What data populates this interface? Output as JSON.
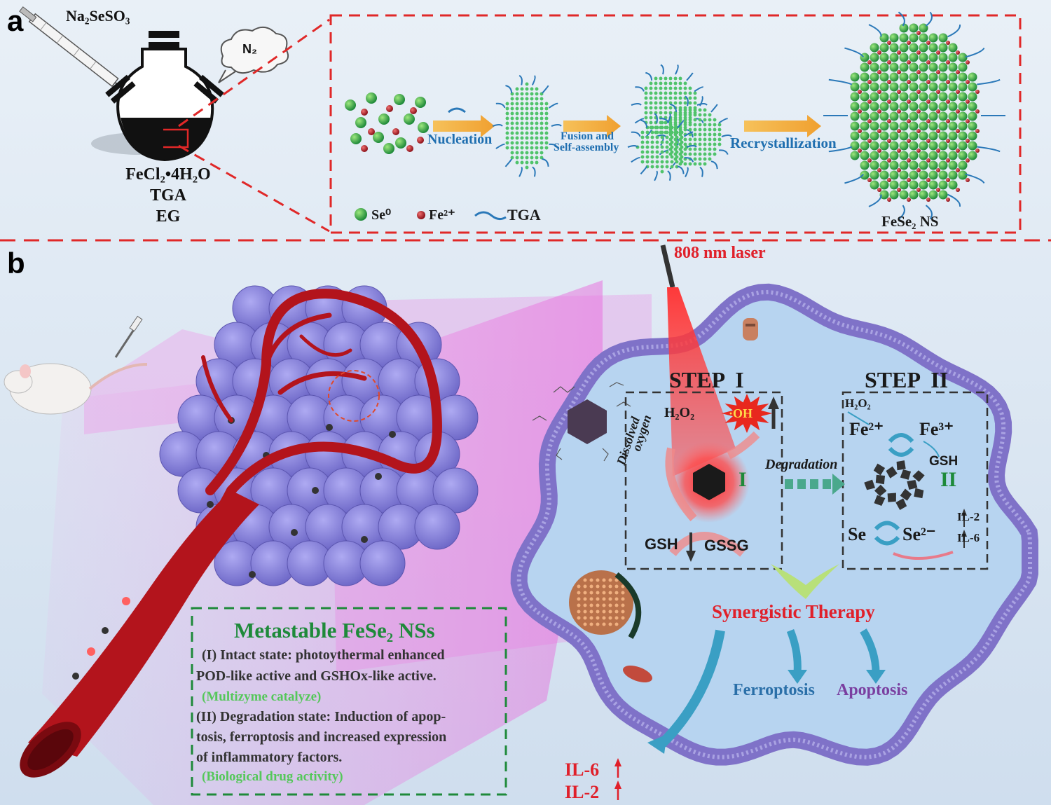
{
  "panels": {
    "a": "a",
    "b": "b"
  },
  "panel_a": {
    "syringe_reagent": "Na₂SeSO₃",
    "gas": "N₂",
    "flask_reagents": [
      "FeCl₂•4H₂O",
      "TGA",
      "EG"
    ],
    "steps": {
      "nucleation": "Nucleation",
      "fusion_line1": "Fusion and",
      "fusion_line2": "Self-assembly",
      "recrystallization": "Recrystallization"
    },
    "legend": {
      "se": "Se⁰",
      "fe": "Fe²⁺",
      "tga": "TGA"
    },
    "product": "FeSe₂ NS"
  },
  "panel_b": {
    "laser": "808 nm laser",
    "step1": {
      "title": "STEP  I",
      "h2o2": "H₂O₂",
      "oh": "·OH",
      "dissolved_1": "Dissolved",
      "dissolved_2": "oxygen",
      "roman": "I",
      "gsh": "GSH",
      "gssg": "GSSG"
    },
    "degradation": "Degradation",
    "step2": {
      "title": "STEP  II",
      "h2o2": "H₂O₂",
      "fe2": "Fe²⁺",
      "fe3": "Fe³⁺",
      "gsh": "GSH",
      "roman": "II",
      "se": "Se",
      "se2": "Se²⁻",
      "il2": "IL-2",
      "il6": "IL-6"
    },
    "synergistic": "Synergistic Therapy",
    "ferroptosis": "Ferroptosis",
    "apoptosis": "Apoptosis",
    "il6_out": "IL-6",
    "il2_out": "IL-2",
    "infobox": {
      "title": "Metastable FeSe₂ NSs",
      "line1": "(I) Intact state: photoythermal enhanced",
      "line2": "POD-like active and GSHOx-like active.",
      "line3": "(Multizyme catalyze)",
      "line4": "(II) Degradation state: Induction of apop-",
      "line5": "tosis, ferroptosis and increased expression",
      "line6": "of inflammatory factors.",
      "line7": "(Biological drug activity)"
    }
  },
  "colors": {
    "se": "#2fa84a",
    "fe": "#b3202a",
    "tga": "#2a78b8",
    "dashed_red": "#e02828",
    "dashed_green": "#1e8a3a",
    "cell_membrane": "#7f72c8",
    "tumor": "#8a86d8",
    "vessel": "#b3141c",
    "arrow_orange": "#f0b040",
    "arrow_teal": "#3a9fc4"
  }
}
